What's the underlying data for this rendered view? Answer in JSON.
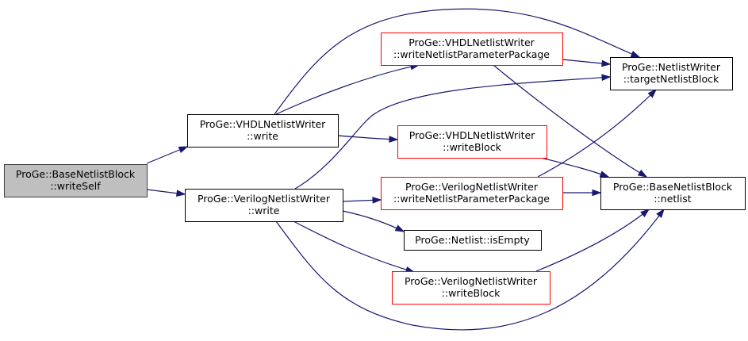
{
  "colors": {
    "edge": "#191970",
    "focus_fill": "#bfbfbf",
    "focus_border": "#404040",
    "normal_border": "#000000",
    "truncated_border": "#ff0000",
    "node_fill": "#ffffff"
  },
  "nodes": [
    {
      "id": "writeSelf",
      "line1": "ProGe::BaseNetlistBlock",
      "line2": "::writeSelf",
      "kind": "focus"
    },
    {
      "id": "vhdlWrite",
      "line1": "ProGe::VHDLNetlistWriter",
      "line2": "::write",
      "kind": "normal"
    },
    {
      "id": "verilogWrite",
      "line1": "ProGe::VerilogNetlistWriter",
      "line2": "::write",
      "kind": "normal"
    },
    {
      "id": "vhdlParamPkg",
      "line1": "ProGe::VHDLNetlistWriter",
      "line2": "::writeNetlistParameterPackage",
      "kind": "truncated"
    },
    {
      "id": "vhdlWriteBlock",
      "line1": "ProGe::VHDLNetlistWriter",
      "line2": "::writeBlock",
      "kind": "truncated"
    },
    {
      "id": "verilogParamPkg",
      "line1": "ProGe::VerilogNetlistWriter",
      "line2": "::writeNetlistParameterPackage",
      "kind": "truncated"
    },
    {
      "id": "isEmpty",
      "line1": "ProGe::Netlist::isEmpty",
      "line2": "",
      "kind": "normal"
    },
    {
      "id": "verilogWriteBlock",
      "line1": "ProGe::VerilogNetlistWriter",
      "line2": "::writeBlock",
      "kind": "truncated"
    },
    {
      "id": "targetNetlistBlock",
      "line1": "ProGe::NetlistWriter",
      "line2": "::targetNetlistBlock",
      "kind": "normal"
    },
    {
      "id": "netlist",
      "line1": "ProGe::BaseNetlistBlock",
      "line2": "::netlist",
      "kind": "normal"
    }
  ],
  "edges": [
    {
      "from": "writeSelf",
      "to": "vhdlWrite"
    },
    {
      "from": "writeSelf",
      "to": "verilogWrite"
    },
    {
      "from": "vhdlWrite",
      "to": "vhdlParamPkg"
    },
    {
      "from": "vhdlWrite",
      "to": "targetNetlistBlock"
    },
    {
      "from": "vhdlWrite",
      "to": "vhdlWriteBlock"
    },
    {
      "from": "vhdlParamPkg",
      "to": "targetNetlistBlock"
    },
    {
      "from": "vhdlParamPkg",
      "to": "netlist"
    },
    {
      "from": "vhdlWriteBlock",
      "to": "netlist"
    },
    {
      "from": "verilogWrite",
      "to": "targetNetlistBlock"
    },
    {
      "from": "verilogWrite",
      "to": "verilogParamPkg"
    },
    {
      "from": "verilogWrite",
      "to": "isEmpty"
    },
    {
      "from": "verilogWrite",
      "to": "verilogWriteBlock"
    },
    {
      "from": "verilogWrite",
      "to": "netlist"
    },
    {
      "from": "verilogParamPkg",
      "to": "targetNetlistBlock"
    },
    {
      "from": "verilogParamPkg",
      "to": "netlist"
    },
    {
      "from": "verilogWriteBlock",
      "to": "netlist"
    }
  ]
}
